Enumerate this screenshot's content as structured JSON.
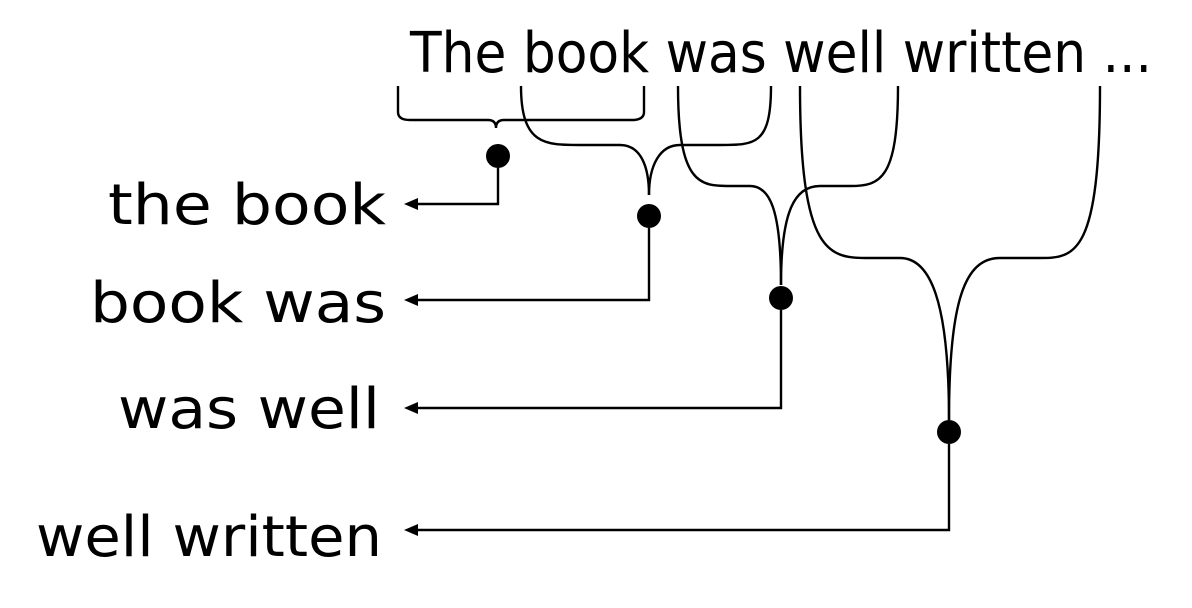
{
  "sentence": "The book was well written ...",
  "bigrams": [
    {
      "label": "the book"
    },
    {
      "label": "book was"
    },
    {
      "label": "was well"
    },
    {
      "label": "well written"
    }
  ],
  "colors": {
    "ink": "#000000",
    "background": "#ffffff"
  }
}
